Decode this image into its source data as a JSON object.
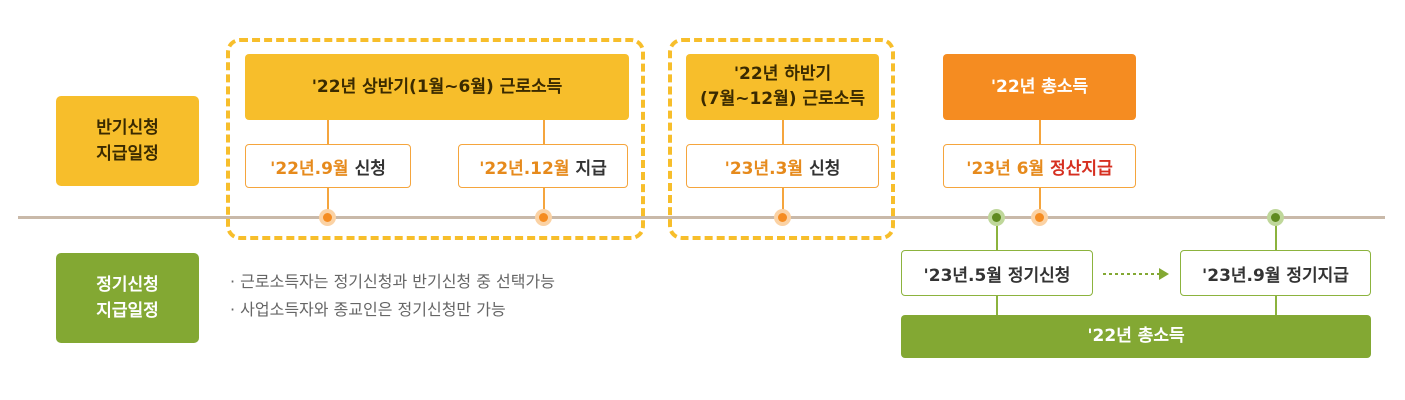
{
  "rows": {
    "semiannual_label": [
      "반기신청",
      "지급일정"
    ],
    "regular_label": [
      "정기신청",
      "지급일정"
    ]
  },
  "groups": {
    "first_half": {
      "header": "'22년 상반기(1월~6월) 근로소득",
      "apply": {
        "date": "'22년.9월",
        "action": "신청"
      },
      "pay": {
        "date": "'22년.12월",
        "action": "지급"
      }
    },
    "second_half": {
      "header": [
        "'22년 하반기",
        "(7월~12월) 근로소득"
      ],
      "apply": {
        "date": "'23년.3월",
        "action": "신청"
      }
    },
    "total": {
      "header": "'22년 총소득",
      "settle": {
        "date": "'23년 6월",
        "action": "정산지급"
      }
    }
  },
  "regular": {
    "apply": "'23년.5월 정기신청",
    "pay": "'23년.9월 정기지급",
    "base": "'22년 총소득"
  },
  "notes": [
    "· 근로소득자는 정기신청과 반기신청 중 선택가능",
    "· 사업소득자와 종교인은 정기신청만 가능"
  ],
  "colors": {
    "yellow": "#f7be2b",
    "orange": "#f58c21",
    "green": "#83a833",
    "timeline": "#c9b9a9",
    "highlight_text": "#e68a1c",
    "red_text": "#d62f20"
  }
}
